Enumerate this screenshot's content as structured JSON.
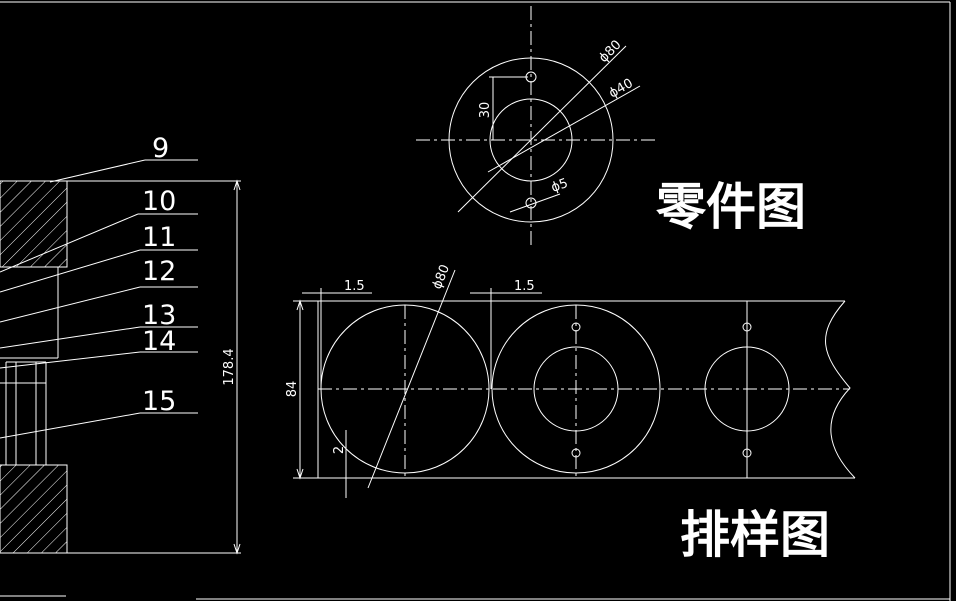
{
  "labels": {
    "part_title": "零件图",
    "layout_title": "排样图"
  },
  "part_view": {
    "dia_outer": "ϕ80",
    "dia_inner": "ϕ40",
    "dia_hole": "ϕ5",
    "dim_30": "30"
  },
  "strip_view": {
    "gap_left": "1.5",
    "gap_mid": "1.5",
    "dia_blank": "ϕ80",
    "width": "84",
    "margin": "2"
  },
  "assembly": {
    "part_numbers": [
      "9",
      "10",
      "11",
      "12",
      "13",
      "14",
      "15"
    ],
    "height": "178.4"
  },
  "colors": {
    "background": "#000000",
    "lines": "#ffffff"
  }
}
